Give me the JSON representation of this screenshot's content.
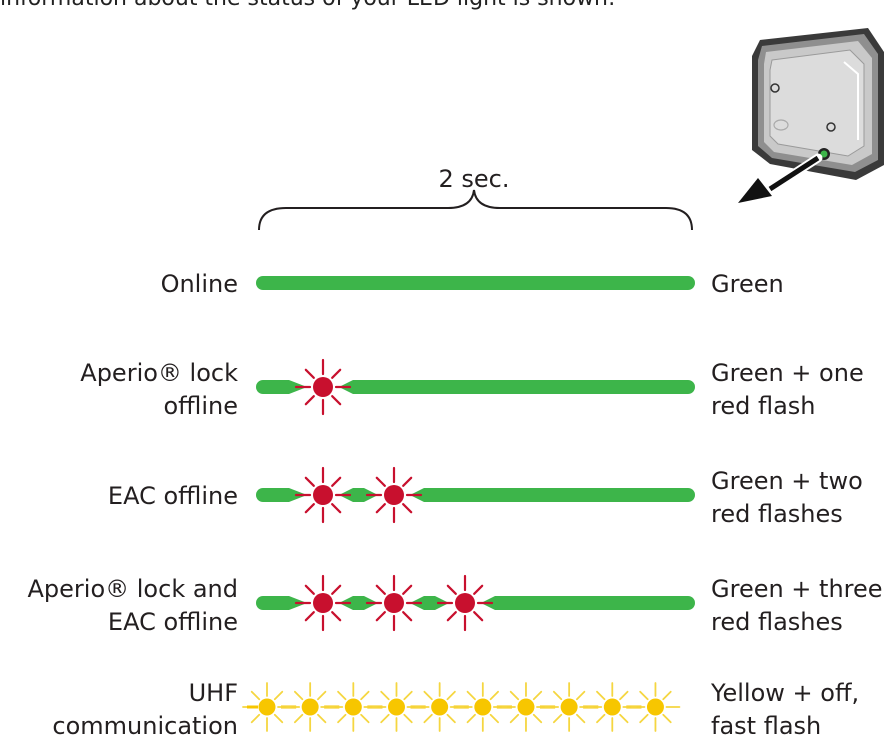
{
  "header_text": "information about the status of your LED light is shown:",
  "duration_label": "2 sec.",
  "colors": {
    "green": "#3db54a",
    "red": "#c8102e",
    "yellow": "#f7c600",
    "yellow_ray": "#f5d640",
    "text": "#231f20"
  },
  "rows": [
    {
      "id": "online",
      "left": [
        "Online"
      ],
      "right": [
        "Green"
      ],
      "flashes": 0,
      "yellow": false
    },
    {
      "id": "aperio-offline",
      "left": [
        "Aperio® lock",
        "offline"
      ],
      "right": [
        "Green + one",
        "red flash"
      ],
      "flashes": 1,
      "yellow": false
    },
    {
      "id": "eac-offline",
      "left": [
        "EAC offline"
      ],
      "right": [
        "Green + two",
        "red flashes"
      ],
      "flashes": 2,
      "yellow": false
    },
    {
      "id": "aperio-eac-offline",
      "left": [
        "Aperio® lock and",
        "EAC offline"
      ],
      "right": [
        "Green + three",
        "red flashes"
      ],
      "flashes": 3,
      "yellow": false
    },
    {
      "id": "uhf",
      "left": [
        "UHF",
        "communication"
      ],
      "right": [
        "Yellow + off,",
        "fast flash"
      ],
      "flashes": 10,
      "yellow": true
    }
  ],
  "device_icon": "hub-device-icon",
  "arrow_icon": "led-pointer-arrow-icon"
}
